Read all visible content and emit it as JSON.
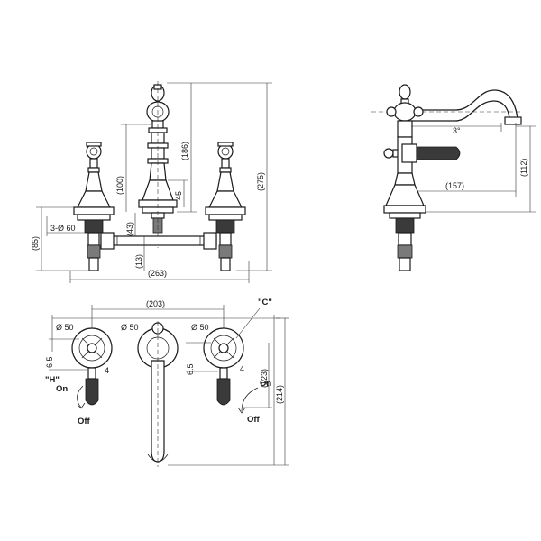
{
  "front_view": {
    "dim_height_total": "(275)",
    "dim_spout_height": "(186)",
    "dim_handle_height": "(100)",
    "dim_mid": "45",
    "dim_outlet": "(43)",
    "dim_base_height": "(85)",
    "dim_hole_diameter": "3-Ø 60",
    "dim_pipe": "(13)",
    "dim_overall_width": "(263)"
  },
  "side_view": {
    "dim_angle": "3°",
    "dim_spout_reach": "(157)",
    "dim_spout_height": "(112)"
  },
  "plan_view": {
    "dim_centers": "(203)",
    "dim_dia_left": "Ø 50",
    "dim_dia_center": "Ø 50",
    "dim_dia_right": "Ø 50",
    "dim_offset_left": "6.5",
    "dim_offset_right": "6.5",
    "dim_lever_left": "4",
    "dim_lever_right": "4",
    "dim_depth": "(123)",
    "dim_total_depth": "(214)",
    "label_hot": "\"H\"",
    "label_cold": "\"C\"",
    "label_on_left": "On",
    "label_off_left": "Off",
    "label_on_right": "On",
    "label_off_right": "Off"
  }
}
